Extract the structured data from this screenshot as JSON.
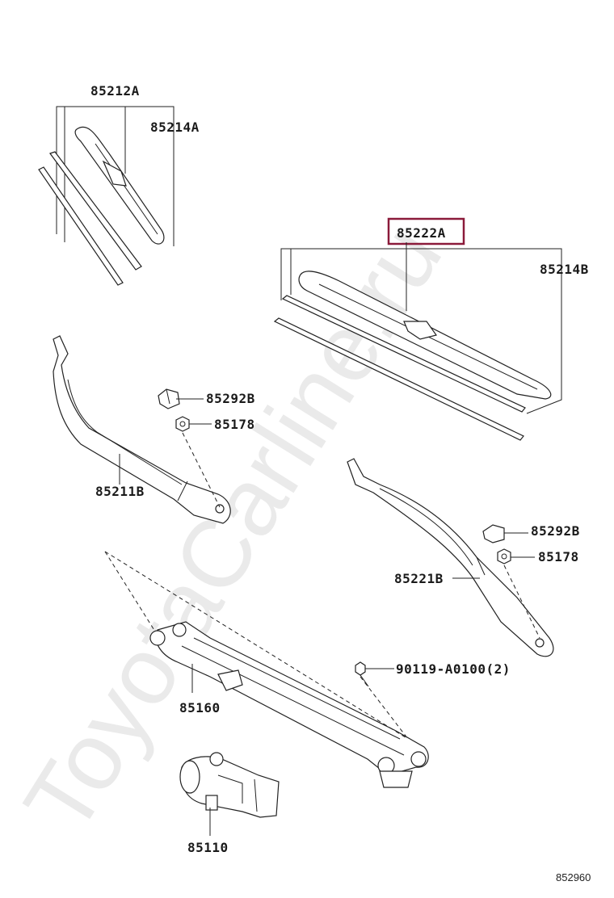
{
  "watermark": "ToyotaCarline.ru",
  "figure_id": "852960",
  "labels": {
    "p85212A": "85212A",
    "p85214A": "85214A",
    "p85222A": "85222A",
    "p85214B": "85214B",
    "p85292B_left": "85292B",
    "p85178_left": "85178",
    "p85211B": "85211B",
    "p85292B_right": "85292B",
    "p85178_right": "85178",
    "p85221B": "85221B",
    "p90119": "90119-A0100(2)",
    "p85160": "85160",
    "p85110": "85110"
  },
  "highlight_color": "#8b1a3a"
}
